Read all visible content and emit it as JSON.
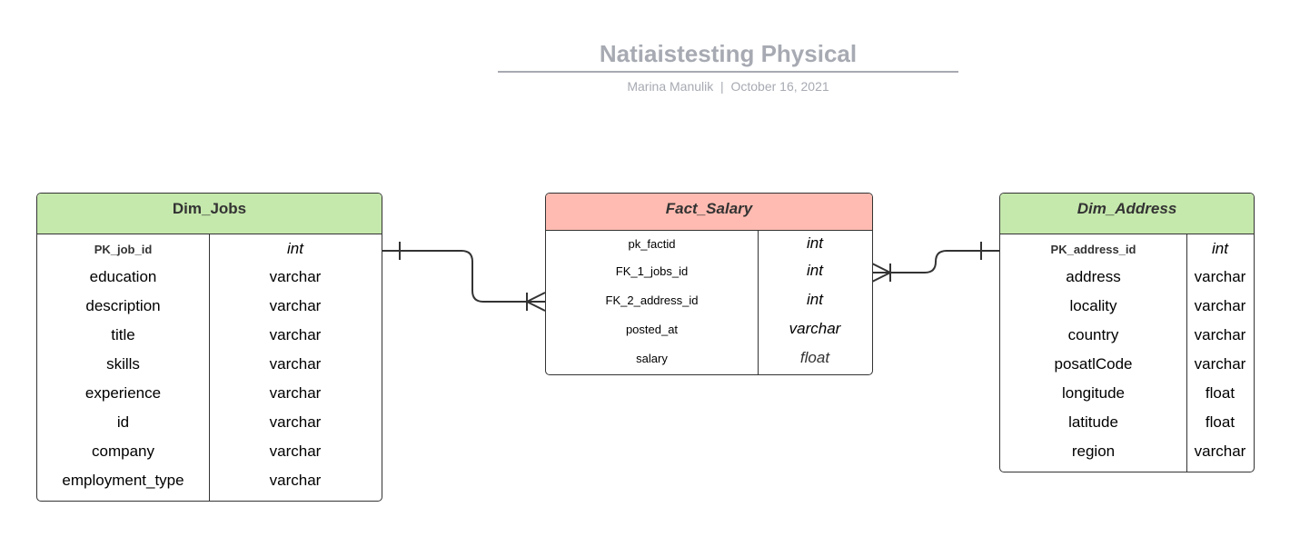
{
  "header": {
    "title": "Natiaistesting Physical",
    "author": "Marina Manulik",
    "separator": "|",
    "date": "October 16, 2021"
  },
  "colors": {
    "dimension_header": "#c5e8ac",
    "fact_header": "#ffbbb1",
    "title_text": "#a7aab2",
    "border": "#333333"
  },
  "entities": {
    "dim_jobs": {
      "name": "Dim_Jobs",
      "pk": {
        "name": "PK_job_id",
        "type": "int"
      },
      "rows": [
        {
          "name": "education",
          "type": "varchar"
        },
        {
          "name": "description",
          "type": "varchar"
        },
        {
          "name": "title",
          "type": "varchar"
        },
        {
          "name": "skills",
          "type": "varchar"
        },
        {
          "name": "experience",
          "type": "varchar"
        },
        {
          "name": "id",
          "type": "varchar"
        },
        {
          "name": "company",
          "type": "varchar"
        },
        {
          "name": "employment_type",
          "type": "varchar"
        }
      ]
    },
    "fact_salary": {
      "name": "Fact_Salary",
      "rows": [
        {
          "name": "pk_factid",
          "type": "int"
        },
        {
          "name": "FK_1_jobs_id",
          "type": "int"
        },
        {
          "name": "FK_2_address_id",
          "type": "int"
        },
        {
          "name": "posted_at",
          "type": "varchar"
        },
        {
          "name": "salary",
          "type": "float"
        }
      ]
    },
    "dim_address": {
      "name": "Dim_Address",
      "pk": {
        "name": "PK_address_id",
        "type": "int"
      },
      "rows": [
        {
          "name": "address",
          "type": "varchar"
        },
        {
          "name": "locality",
          "type": "varchar"
        },
        {
          "name": "country",
          "type": "varchar"
        },
        {
          "name": "posatlCode",
          "type": "varchar"
        },
        {
          "name": "longitude",
          "type": "float"
        },
        {
          "name": "latitude",
          "type": "float"
        },
        {
          "name": "region",
          "type": "varchar"
        }
      ]
    }
  },
  "relationships": [
    {
      "from": "Dim_Jobs",
      "to": "Fact_Salary",
      "from_end": "one",
      "to_end": "many"
    },
    {
      "from": "Dim_Address",
      "to": "Fact_Salary",
      "from_end": "one",
      "to_end": "many"
    }
  ]
}
